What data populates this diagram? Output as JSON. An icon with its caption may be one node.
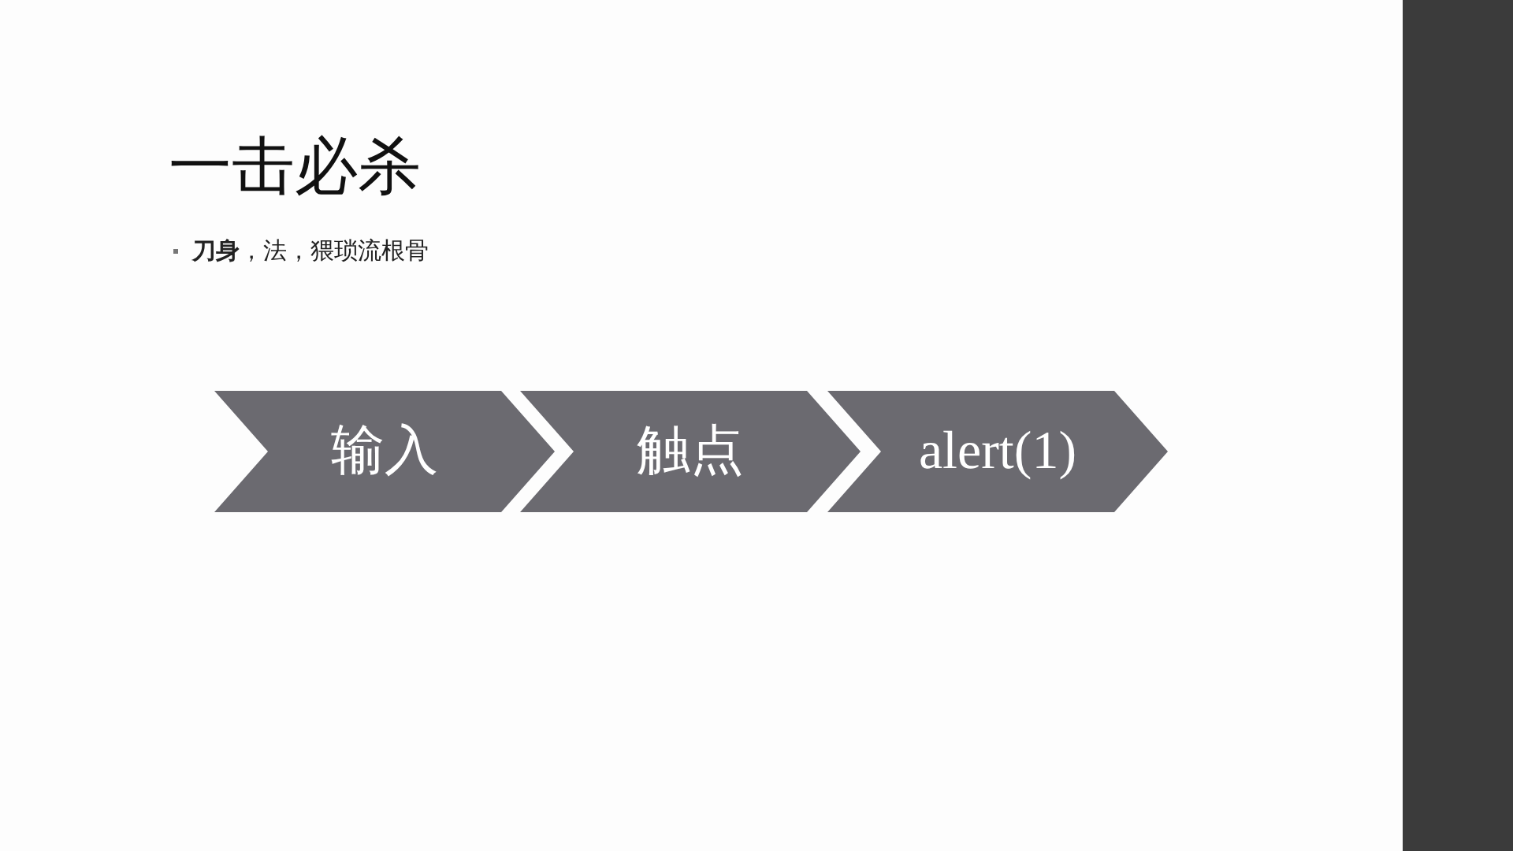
{
  "diagram": {
    "title": "一击必杀",
    "nodes": [
      {
        "text": [
          "输入"
        ]
      },
      {
        "text": [
          "触点"
        ]
      },
      {
        "text": [
          "alert(1)"
        ]
      }
    ],
    "labels": [
      "**刀身**，法，猥琐流根骨"
    ]
  }
}
